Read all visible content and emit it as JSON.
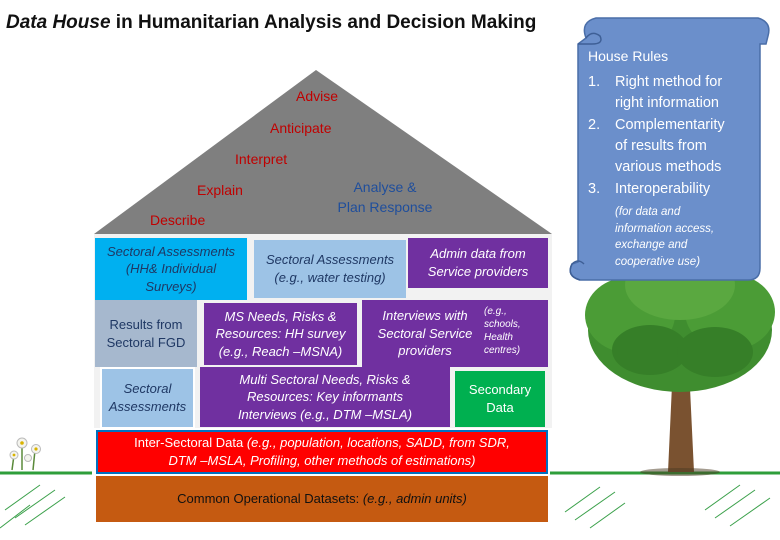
{
  "title": {
    "emphasis": "Data House",
    "rest": " in Humanitarian Analysis and Decision Making"
  },
  "roof": {
    "advise": "Advise",
    "anticipate": "Anticipate",
    "interpret": "Interpret",
    "explain": "Explain",
    "describe": "Describe",
    "analyse_line1": "Analyse &",
    "analyse_line2": "Plan Response"
  },
  "row1": {
    "sectoral_assessments": [
      "Sectoral Assessments",
      "(HH& Individual",
      "Surveys)"
    ],
    "water_testing": [
      "Sectoral Assessments",
      "(e.g., water testing)"
    ],
    "admin_data": [
      "Admin data from",
      "Service providers"
    ]
  },
  "row2": {
    "fgd": [
      "Results from",
      "Sectoral FGD"
    ],
    "ms_needs": [
      "MS Needs, Risks &",
      "Resources: HH survey",
      "(e.g., Reach –MSNA)"
    ],
    "interviews": [
      "Interviews with",
      "Sectoral Service",
      "providers"
    ],
    "examples": [
      "(e.g.,",
      "schools,",
      "Health",
      "centres)"
    ]
  },
  "row3": {
    "sectoral": [
      "Sectoral",
      "Assessments"
    ],
    "multi_sectoral": [
      "Multi Sectoral Needs, Risks &",
      "Resources: Key informants",
      "Interviews (e.g., DTM –MSLA)"
    ],
    "secondary": [
      "Secondary",
      "Data"
    ]
  },
  "inter_sectoral": {
    "label": "Inter-Sectoral Data",
    "line1_rest": " (e.g., population, locations, SADD, from SDR,",
    "line2": "DTM –MSLA, Profiling, other methods of estimations)"
  },
  "common": {
    "label": "Common Operational Datasets:",
    "rest": " (e.g., admin units)"
  },
  "house_rules": {
    "heading": "House Rules",
    "items": [
      {
        "num": "1.",
        "lines": [
          "Right method for",
          "right information"
        ]
      },
      {
        "num": "2.",
        "lines": [
          "Complementarity",
          "of results from",
          "various methods"
        ]
      },
      {
        "num": "3.",
        "lines": [
          "Interoperability"
        ]
      }
    ],
    "note": [
      "(for data and",
      "information access,",
      "exchange and",
      "cooperative use)"
    ]
  },
  "colors": {
    "roof": "#7f7f7f",
    "sky_blue": "#00b0f0",
    "light_blue": "#9dc3e6",
    "purple": "#7030a0",
    "gray_blue": "#a6b8ce",
    "green": "#00b050",
    "red": "#ff0000",
    "brown": "#c55a11",
    "scroll": "#6b8fcb",
    "grass": "#2e9e3a",
    "trunk": "#7a5230",
    "foliage": "#3f8d2f"
  }
}
